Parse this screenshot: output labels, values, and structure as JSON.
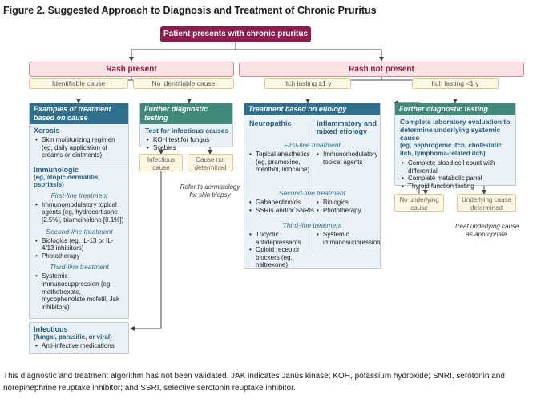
{
  "title": "Figure 2.  Suggested Approach to Diagnosis and Treatment of Chronic Pruritus",
  "start": "Patient presents with chronic pruritus",
  "rash_present": {
    "label": "Rash present",
    "cause_identifiable": "Identifiable cause",
    "cause_none": "No identifiable cause"
  },
  "rash_absent": {
    "label": "Rash not present",
    "itch_long": "Itch lasting ≥1 y",
    "itch_short": "Itch lasting <1 y"
  },
  "examples": {
    "header": "Examples of treatment based on cause",
    "xerosis": {
      "title": "Xerosis",
      "items": [
        "Skin moisturizing regimen (eg, daily application of creams or ointments)"
      ]
    },
    "immunologic": {
      "title": "Immunologic",
      "subtitle": "(eg, atopic dermatitis, psoriasis)",
      "first_label": "First-line treatment",
      "first_items": [
        "Immunomodulatory topical agents (eg, hydrocortisone [2.5%], triamcinolone [0.1%])"
      ],
      "second_label": "Second-line treatment",
      "second_items": [
        "Biologics (eg, IL-13 or IL-4/13 inhibitors)",
        "Phototherapy"
      ],
      "third_label": "Third-line treatment",
      "third_items": [
        "Systemic immunosuppression (eg, methotrexate, mycophenolate mofetil, Jak inhibitors)"
      ]
    },
    "infectious": {
      "title": "Infectious",
      "subtitle": "(fungal, parasitic, or viral)",
      "items": [
        "Anti-infective medications"
      ]
    }
  },
  "further_left": {
    "header": "Further diagnostic testing",
    "title": "Test for infectious causes",
    "items": [
      "KOH test for fungus",
      "Scabies"
    ],
    "outcome_infectious": "Infectious cause",
    "outcome_undetermined": "Cause not determined",
    "note": "Refer to dermatology for skin biopsy"
  },
  "etiology": {
    "header": "Treatment based on etiology",
    "col_neuro": "Neuropathic",
    "col_inflam": "Inflammatory and mixed etiology",
    "first_label": "First-line treatment",
    "first_neuro": [
      "Topical anesthetics (eg, pramoxine, menthol, lidocaine)"
    ],
    "first_inflam": [
      "Immunomodulatory topical agents"
    ],
    "second_label": "Second-line treatment",
    "second_neuro": [
      "Gabapentinoids",
      "SSRIs and/or SNRIs"
    ],
    "second_inflam": [
      "Biologics",
      "Phototherapy"
    ],
    "third_label": "Third-line treatment",
    "third_neuro": [
      "Tricyclic antidepressants",
      "Opioid receptor blockers (eg, naltrexone)"
    ],
    "third_inflam": [
      "Systemic immunosuppression"
    ]
  },
  "further_right": {
    "header": "Further diagnostic testing",
    "title": "Complete laboratory evaluation to determine underlying systemic cause",
    "subtitle": "(eg, nephrogenic itch, cholestatic itch, lymphoma-related itch)",
    "items": [
      "Complete blood cell count with differential",
      "Complete metabolic panel",
      "Thyroid function testing"
    ],
    "outcome_none": "No underlying cause",
    "outcome_found": "Underlying cause determined",
    "note": "Treat underlying cause as appropriate"
  },
  "caption": "This diagnostic and treatment algorithm has not been validated. JAK indicates Janus kinase; KOH, potassium hydroxide; SNRI, serotonin and norepinephrine reuptake inhibitor; and SSRI, selective serotonin reuptake inhibitor.",
  "colors": {
    "start": "#8c1c4e",
    "rash_fill": "#fbe3e5",
    "cause_fill": "#fff7e3",
    "panel_fill": "#eaf2f8",
    "header_blue": "#2f6f8f",
    "header_teal": "#3f8a7a"
  }
}
